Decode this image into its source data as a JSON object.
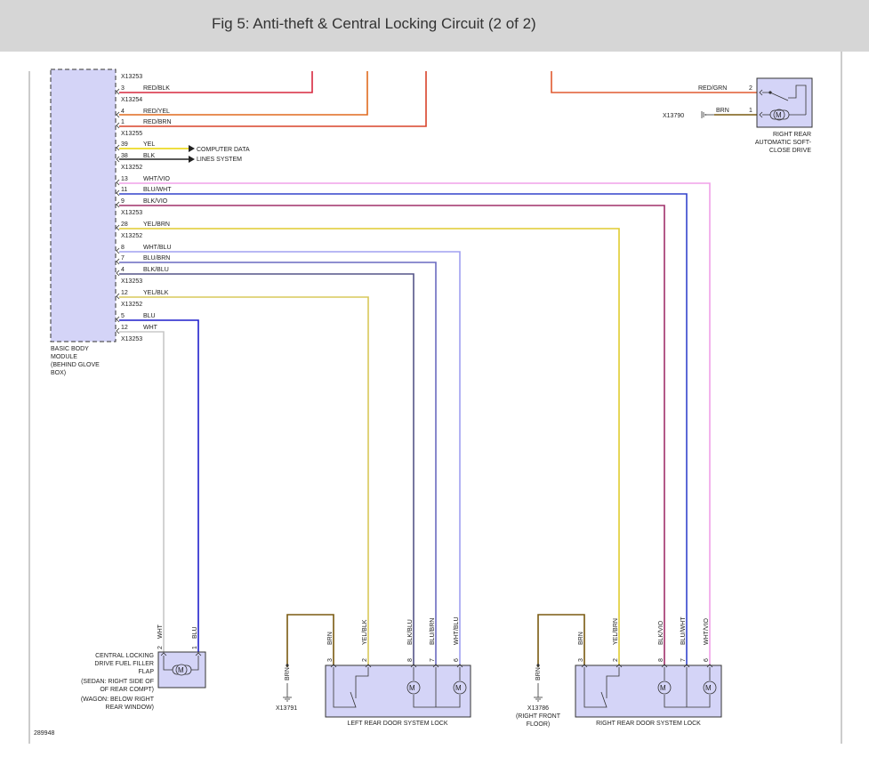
{
  "header": {
    "title": "Fig 5: Anti-theft & Central Locking Circuit (2 of 2)"
  },
  "colors": {
    "module_fill": "#d4d4f7",
    "red_blk": "#d7283f",
    "red_yel": "#e06a1e",
    "red_brn": "#d9432a",
    "red_grn": "#e05a30",
    "brn": "#7a5a10",
    "yel": "#e8d400",
    "blk": "#222222",
    "wht_vio": "#f0a0e8",
    "blu_wht": "#3344cc",
    "blk_vio": "#a0306a",
    "yel_brn": "#e0cc30",
    "wht_blu": "#a0a0f0",
    "blu_brn": "#6a6ac0",
    "blk_blu": "#555588",
    "yel_blk": "#d8c85a",
    "blu": "#1f1fcc",
    "wht": "#c8c8c8"
  },
  "module": {
    "label_lines": [
      "BASIC BODY",
      "MODULE",
      "(BEHIND GLOVE",
      "BOX)"
    ]
  },
  "module_pins": [
    {
      "connector": "X13253",
      "pin": "3",
      "wire": "RED/BLK"
    },
    {
      "connector": "X13254",
      "pin": "4",
      "wire": "RED/YEL"
    },
    {
      "connector": "",
      "pin": "1",
      "wire": "RED/BRN"
    },
    {
      "connector": "X13255",
      "pin": "39",
      "wire": "YEL"
    },
    {
      "connector": "",
      "pin": "38",
      "wire": "BLK"
    },
    {
      "connector": "X13252",
      "pin": "13",
      "wire": "WHT/VIO"
    },
    {
      "connector": "",
      "pin": "11",
      "wire": "BLU/WHT"
    },
    {
      "connector": "",
      "pin": "9",
      "wire": "BLK/VIO"
    },
    {
      "connector": "X13253",
      "pin": "28",
      "wire": "YEL/BRN"
    },
    {
      "connector": "X13252",
      "pin": "8",
      "wire": "WHT/BLU"
    },
    {
      "connector": "",
      "pin": "7",
      "wire": "BLU/BRN"
    },
    {
      "connector": "",
      "pin": "4",
      "wire": "BLK/BLU"
    },
    {
      "connector": "X13253",
      "pin": "12",
      "wire": "YEL/BLK"
    },
    {
      "connector": "X13252",
      "pin": "5",
      "wire": "BLU"
    },
    {
      "connector": "",
      "pin": "12",
      "wire": "WHT"
    },
    {
      "connector": "X13253",
      "pin": "",
      "wire": ""
    }
  ],
  "computer_data": {
    "line1": "COMPUTER DATA",
    "line2": "LINES SYSTEM"
  },
  "soft_close": {
    "pin2": "2",
    "pin1": "1",
    "wire2": "RED/GRN",
    "wire1": "BRN",
    "ground": "X13790",
    "label_lines": [
      "RIGHT REAR",
      "AUTOMATIC SOFT-",
      "CLOSE DRIVE"
    ]
  },
  "fuel_flap": {
    "pins": [
      {
        "pin": "2",
        "wire": "WHT"
      },
      {
        "pin": "1",
        "wire": "BLU"
      }
    ],
    "label_lines": [
      "CENTRAL LOCKING",
      "DRIVE FUEL FILLER",
      "FLAP",
      "(SEDAN: RIGHT SIDE OF",
      "OF REAR COMPT)",
      "(WAGON: BELOW RIGHT",
      "REAR WINDOW)"
    ]
  },
  "left_lock": {
    "pins": [
      {
        "pin": "3",
        "wire": "BRN"
      },
      {
        "pin": "2",
        "wire": "YEL/BLK"
      },
      {
        "pin": "8",
        "wire": "BLK/BLU"
      },
      {
        "pin": "7",
        "wire": "BLU/BRN"
      },
      {
        "pin": "6",
        "wire": "WHT/BLU"
      }
    ],
    "ground_wire": "BRN",
    "ground": "X13791",
    "label": "LEFT REAR DOOR SYSTEM LOCK"
  },
  "right_lock": {
    "pins": [
      {
        "pin": "3",
        "wire": "BRN"
      },
      {
        "pin": "2",
        "wire": "YEL/BRN"
      },
      {
        "pin": "8",
        "wire": "BLK/VIO"
      },
      {
        "pin": "7",
        "wire": "BLU/WHT"
      },
      {
        "pin": "6",
        "wire": "WHT/VIO"
      }
    ],
    "ground_wire": "BRN",
    "ground_lines": [
      "X13786",
      "(RIGHT FRONT",
      "FLOOR)"
    ],
    "label": "RIGHT REAR DOOR SYSTEM LOCK"
  },
  "motor_symbol": "M",
  "figure_id": "289948"
}
